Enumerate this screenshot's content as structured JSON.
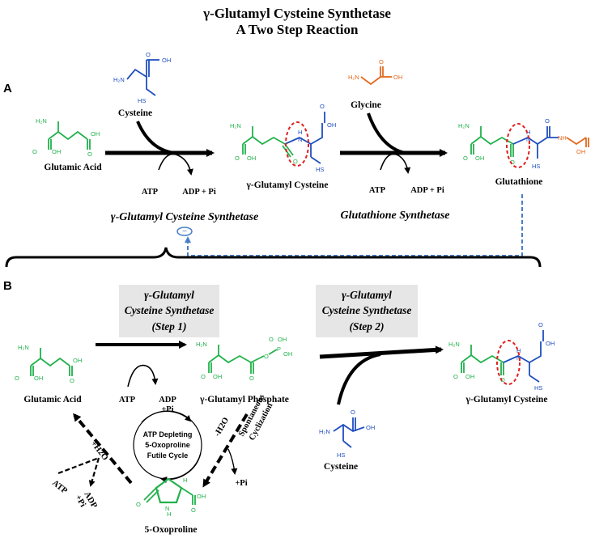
{
  "title": {
    "line1": "γ-Glutamyl Cysteine Synthetase",
    "line2": "A Two Step Reaction"
  },
  "panel_a": {
    "letter": "A",
    "cysteine": "Cysteine",
    "glutamic_acid": "Glutamic Acid",
    "atp": "ATP",
    "adp_pi": "ADP + Pi",
    "gamma_glutamyl_cysteine": "γ-Glutamyl Cysteine",
    "glycine": "Glycine",
    "atp2": "ATP",
    "adp_pi2": "ADP + Pi",
    "glutathione": "Glutathione",
    "enzyme1": "γ-Glutamyl Cysteine Synthetase",
    "enzyme2": "Glutathione Synthetase",
    "inhibition": "−"
  },
  "panel_b": {
    "letter": "B",
    "step1_l1": "γ-Glutamyl",
    "step1_l2": "Cysteine Synthetase",
    "step1_l3": "(Step 1)",
    "step2_l1": "γ-Glutamyl",
    "step2_l2": "Cysteine Synthetase",
    "step2_l3": "(Step 2)",
    "glutamic_acid": "Glutamic Acid",
    "atp": "ATP",
    "adp": "ADP",
    "pi": "+Pi",
    "gamma_glutamyl_phosphate": "γ-Glutamyl Phosphate",
    "gamma_glutamyl_cysteine": "γ-Glutamyl Cysteine",
    "cysteine": "Cysteine",
    "cycle_l1": "ATP Depleting",
    "cycle_l2": "5-Oxoproline",
    "cycle_l3": "Futile Cycle",
    "spont_l1": "Spontaneous",
    "spont_l2": "Cyclization",
    "minus_h2o": "-H2O",
    "plus_pi": "+Pi",
    "plus_h2o": "+H2O",
    "atp_left": "ATP",
    "adp_left": "ADP",
    "pi_left": "+Pi",
    "oxoproline": "5-Oxoproline"
  },
  "atoms": {
    "h2n": "H₂N",
    "oh": "OH",
    "o": "O",
    "hs": "HS",
    "nh": "NH",
    "h": "H",
    "n": "N",
    "p": "P"
  },
  "colors": {
    "glutamate": "#22b14c",
    "cysteine": "#1f4fbf",
    "glycine": "#e3691f",
    "bond_highlight": "#e02020",
    "inhibition": "#4a7fc8"
  }
}
